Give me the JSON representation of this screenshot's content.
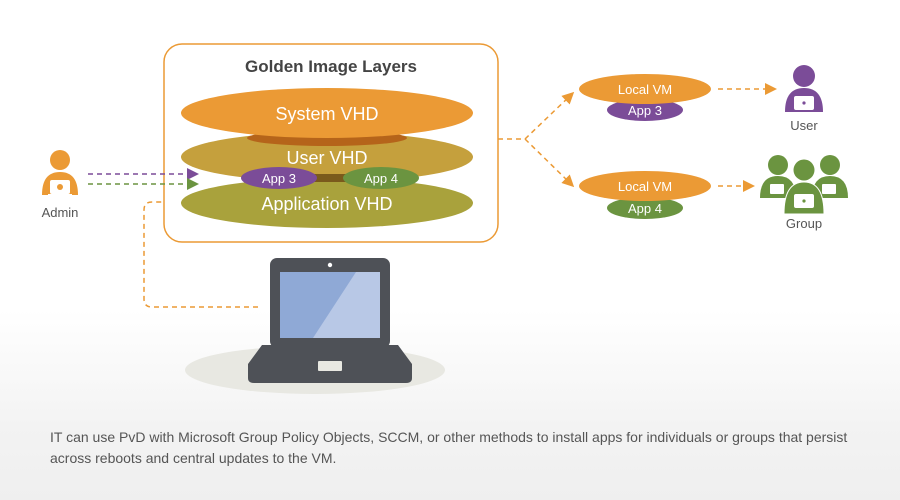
{
  "diagram": {
    "golden_box": {
      "title": "Golden Image Layers"
    },
    "layers": {
      "system": "System VHD",
      "user": "User VHD",
      "application": "Application VHD",
      "app3": "App 3",
      "app4": "App 4"
    },
    "admin": {
      "label": "Admin"
    },
    "targets": [
      {
        "vm_label": "Local VM",
        "app_label": "App 3",
        "recipient": "User"
      },
      {
        "vm_label": "Local VM",
        "app_label": "App 4",
        "recipient": "Group"
      }
    ],
    "colors": {
      "orange": "#eb9a35",
      "purple": "#7b4c98",
      "green": "#6b9440",
      "user_vhd": "#c5a03d",
      "app_vhd": "#a9a23c",
      "laptop": "#4e5157",
      "screen": "#8fa9d6"
    }
  },
  "caption": "IT can use PvD with Microsoft Group Policy Objects, SCCM, or other methods to install apps for individuals or groups that persist across reboots and central updates to the VM."
}
